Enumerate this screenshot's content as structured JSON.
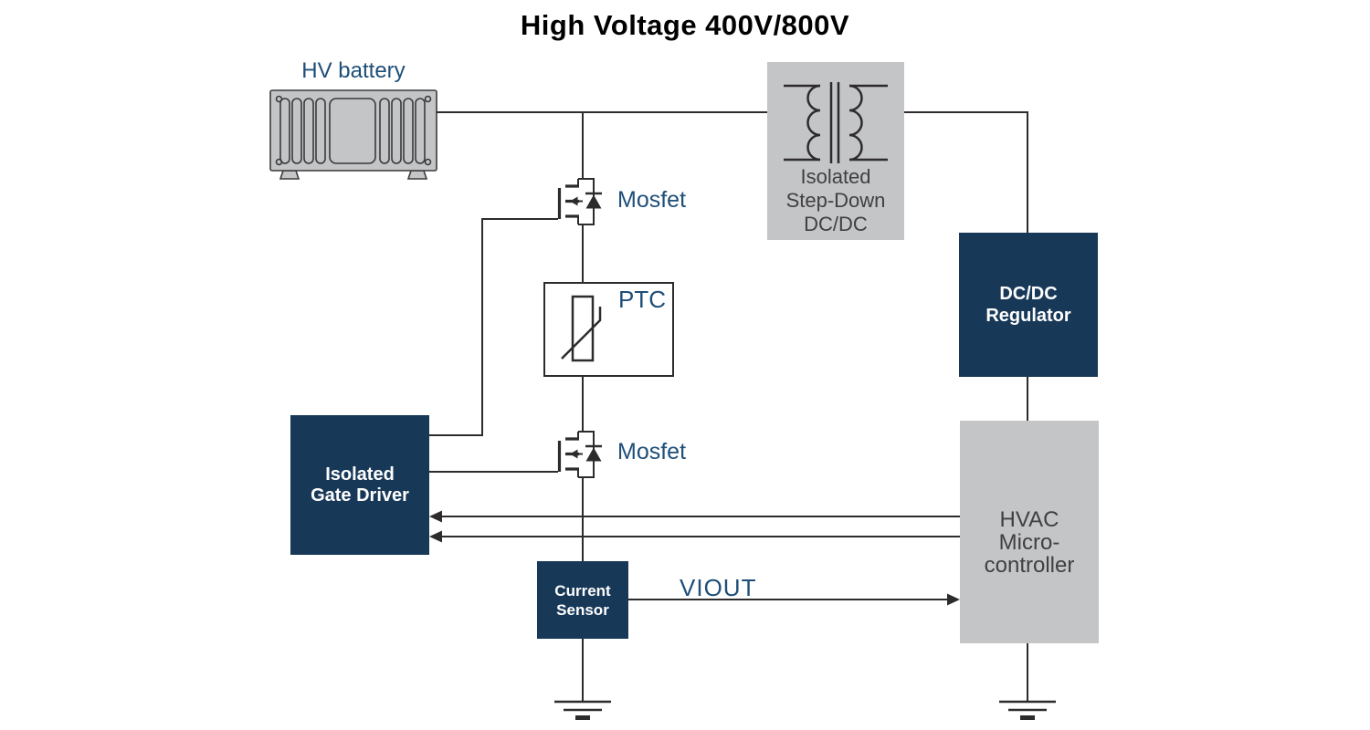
{
  "title": "High Voltage 400V/800V",
  "colors": {
    "navy_box": "#183858",
    "gray_box": "#c4c5c7",
    "label_blue": "#1e4e79",
    "line": "#2d2b2c",
    "gray_box_text": "#404041",
    "title_text": "#000000"
  },
  "components": {
    "hv_battery": {
      "label": "HV battery"
    },
    "mosfet_top": {
      "label": "Mosfet"
    },
    "mosfet_bottom": {
      "label": "Mosfet"
    },
    "ptc": {
      "label": "PTC"
    },
    "isolated_gate_driver": {
      "label": "Isolated\nGate Driver"
    },
    "current_sensor": {
      "label": "Current\nSensor"
    },
    "isolated_step_down_dcdc": {
      "label": "Isolated\nStep-Down\nDC/DC"
    },
    "dcdc_regulator": {
      "label": "DC/DC\nRegulator"
    },
    "hvac_microcontroller": {
      "label": "HVAC\nMicro-\ncontroller"
    }
  },
  "signals": {
    "viout": "VIOUT"
  }
}
